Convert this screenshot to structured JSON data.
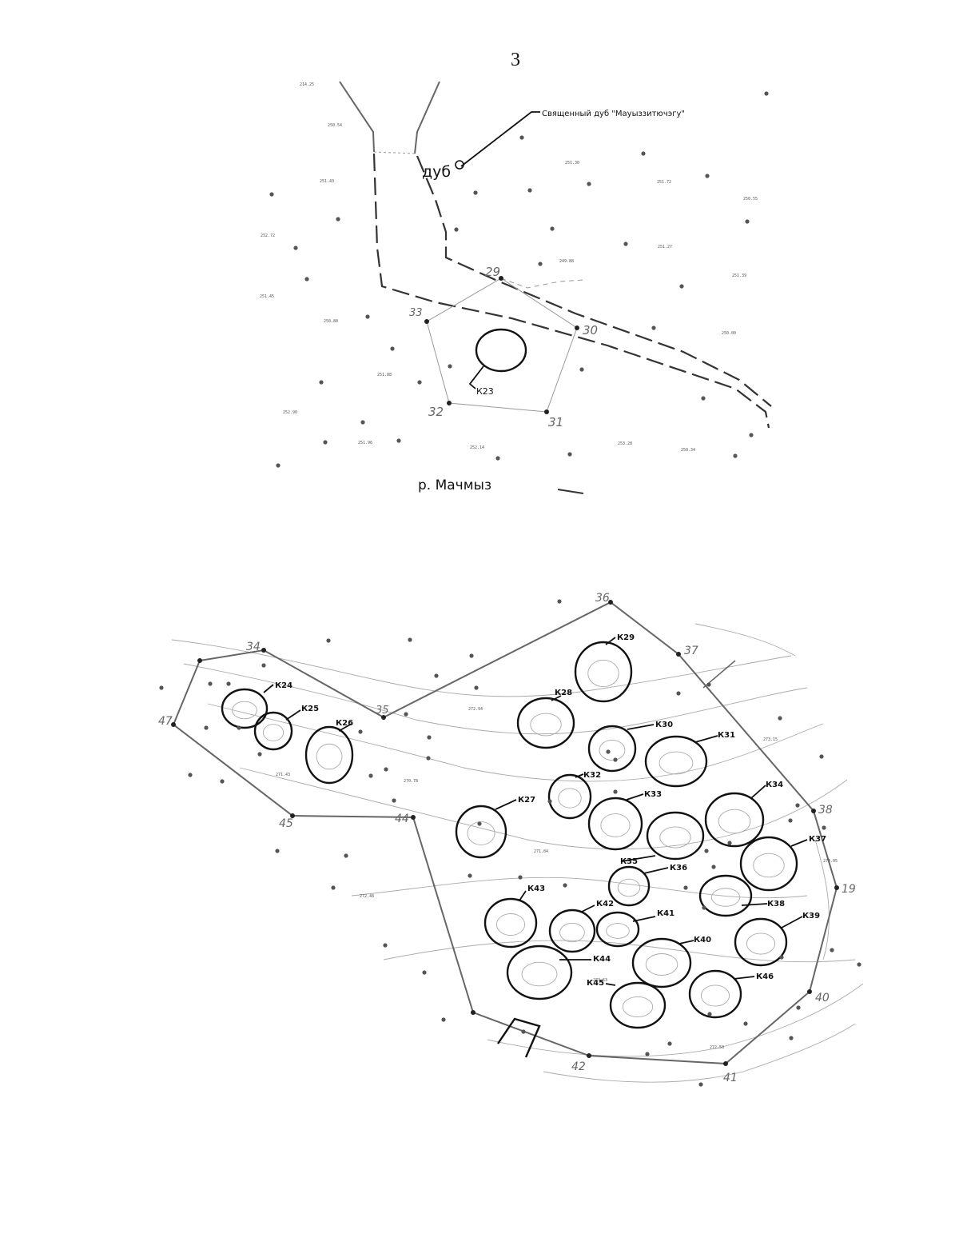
{
  "page_number": "3",
  "map1": {
    "oak_callout": "Священный дуб \"Мауыззитючэгу\"",
    "oak_label": "дуб",
    "river_label": "р.  Мачмыз",
    "mound_labels": [
      "К23"
    ],
    "boundary_points": [
      "29",
      "30",
      "31",
      "32",
      "33"
    ],
    "small_marks": [
      "214.25",
      "250.54",
      "251.43",
      "252.72",
      "251.45",
      "250.80",
      "251.88",
      "252.90",
      "251.96",
      "252.14",
      "251.30",
      "251.72",
      "250.55",
      "249.88",
      "251.27",
      "251.39",
      "250.00",
      "253.28",
      "250.34"
    ]
  },
  "map2": {
    "mound_labels": [
      "К24",
      "К25",
      "К26",
      "К27",
      "К28",
      "К29",
      "К30",
      "К31",
      "К32",
      "К33",
      "К34",
      "К35",
      "К36",
      "К37",
      "К38",
      "К39",
      "К40",
      "К41",
      "К42",
      "К43",
      "К44",
      "К45",
      "К46"
    ],
    "boundary_points": [
      "36",
      "37",
      "38",
      "19",
      "40",
      "41",
      "42",
      "44",
      "45",
      "47",
      "34",
      "35"
    ],
    "small_marks": [
      "271.43",
      "270.78",
      "272.94",
      "271.84",
      "273.15",
      "274.05",
      "272.48",
      "273.63",
      "272.58"
    ]
  },
  "colors": {
    "ink": "#111111",
    "contour": "#aaaaaa",
    "boundary": "#666666"
  }
}
